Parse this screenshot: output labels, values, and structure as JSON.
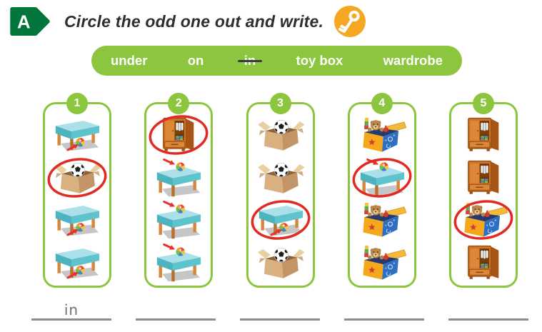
{
  "header": {
    "section_label": "A",
    "section_badge_icon": "a-arrow-badge",
    "title": "Circle the odd one out and write.",
    "hint_icon": "key-icon"
  },
  "word_bank": {
    "words": [
      {
        "text": "under",
        "struck": false
      },
      {
        "text": "on",
        "struck": false
      },
      {
        "text": "in",
        "struck": true
      },
      {
        "text": "toy box",
        "struck": false
      },
      {
        "text": "wardrobe",
        "struck": false
      }
    ]
  },
  "columns": [
    {
      "number": "1",
      "answer": "in",
      "items": [
        {
          "type": "ball-under-table",
          "circled": false
        },
        {
          "type": "ball-in-box",
          "circled": true
        },
        {
          "type": "ball-under-table",
          "circled": false
        },
        {
          "type": "ball-under-table",
          "circled": false
        }
      ]
    },
    {
      "number": "2",
      "answer": "",
      "items": [
        {
          "type": "wardrobe",
          "circled": true
        },
        {
          "type": "ball-on-table",
          "circled": false
        },
        {
          "type": "ball-on-table",
          "circled": false
        },
        {
          "type": "ball-on-table",
          "circled": false
        }
      ]
    },
    {
      "number": "3",
      "answer": "",
      "items": [
        {
          "type": "ball-in-box",
          "circled": false
        },
        {
          "type": "ball-in-box",
          "circled": false
        },
        {
          "type": "ball-under-table",
          "circled": true
        },
        {
          "type": "ball-in-box",
          "circled": false
        }
      ]
    },
    {
      "number": "4",
      "answer": "",
      "items": [
        {
          "type": "toy-box",
          "circled": false
        },
        {
          "type": "ball-on-table",
          "circled": true
        },
        {
          "type": "toy-box",
          "circled": false
        },
        {
          "type": "toy-box",
          "circled": false
        }
      ]
    },
    {
      "number": "5",
      "answer": "",
      "items": [
        {
          "type": "wardrobe",
          "circled": false
        },
        {
          "type": "wardrobe",
          "circled": false
        },
        {
          "type": "toy-box",
          "circled": true
        },
        {
          "type": "wardrobe",
          "circled": false
        }
      ]
    }
  ],
  "colors": {
    "green": "#8cc63e",
    "dark_green": "#00763c",
    "orange": "#f5a623",
    "annotation_red": "#e8312a",
    "title_text": "#2e2e2e",
    "answer_line": "#8c8c8c"
  }
}
